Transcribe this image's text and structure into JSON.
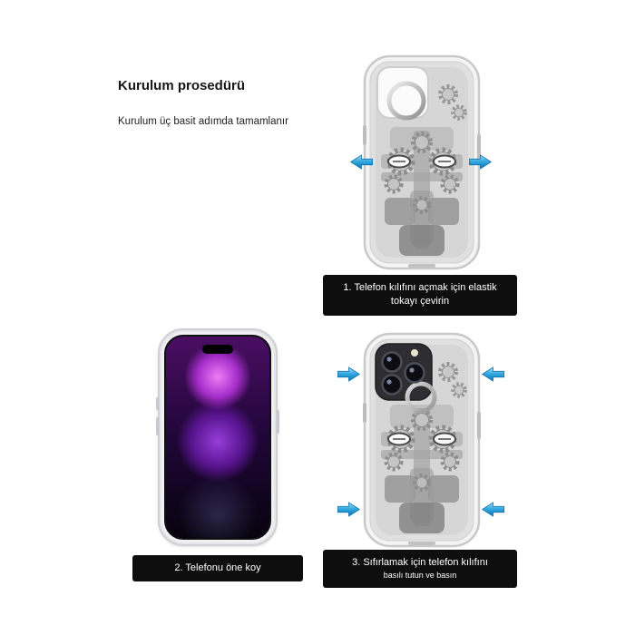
{
  "header": {
    "title": "Kurulum prosedürü",
    "subtitle": "Kurulum üç basit adımda tamamlanır"
  },
  "steps": {
    "step1": {
      "caption_line1": "1. Telefon kılıfını açmak için elastik",
      "caption_line2": "tokayı çevirin"
    },
    "step2": {
      "caption": "2. Telefonu öne koy"
    },
    "step3": {
      "caption_line1": "3. Sıfırlamak için telefon kılıfını",
      "caption_line2": "basılı tutun ve basın"
    }
  },
  "colors": {
    "page_background": "#ffffff",
    "caption_background": "#0e0e0e",
    "caption_text": "#ffffff",
    "arrow_blue": "#2fa5de",
    "wallpaper_purple": "#8a2be2",
    "case_gray": "#d6d6d6"
  }
}
